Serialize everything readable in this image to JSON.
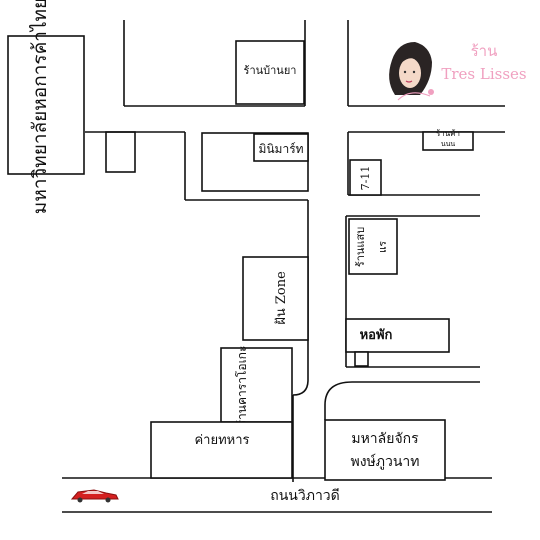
{
  "map": {
    "university": "มหาวิทยาลัยหอการค้าไทย",
    "labels": {
      "pharmacy": "ร้านบ้านยา",
      "minimart": "มินิมาร์ท",
      "shop_top_right": "ร้านค้า",
      "shop_top_right_sub": "นนน",
      "seven_eleven": "7-11",
      "chapter_shop": "ร้านแสบ",
      "chapter_shop_sub": "แร",
      "zone": "ฝัน Zone",
      "dorm": "หอพัก",
      "karaoke": "ร้านคาราโอเกะ",
      "military_camp": "ค่ายทหาร",
      "chakrabongse_l1": "มหาลัยจักร",
      "chakrabongse_l2": "พงษ์ภูวนาท",
      "road": "ถนนวิภาวดี"
    },
    "logo": {
      "line1": "ร้าน",
      "line2": "Tres Lisses",
      "color": "#f0a0c0",
      "icon": "woman-portrait-icon"
    },
    "car": {
      "color": "#d42020",
      "icon": "red-car-icon"
    }
  }
}
